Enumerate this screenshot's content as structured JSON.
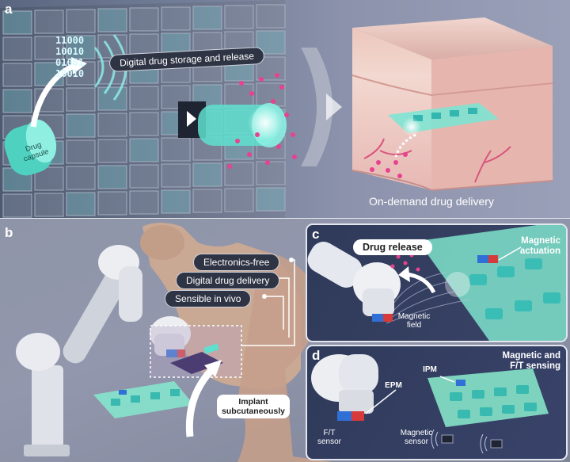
{
  "panels": {
    "a": "a",
    "b": "b",
    "c": "c",
    "d": "d"
  },
  "panel_a": {
    "storage_title": "Digital drug storage and release",
    "capsule_label": "Drug\ncapsule",
    "binary_lines": [
      "11000",
      "10010",
      "01001",
      "10010"
    ],
    "delivery_caption": "On-demand drug delivery"
  },
  "panel_b": {
    "features": [
      "Electronics-free",
      "Digital drug delivery",
      "Sensible in vivo"
    ],
    "implant_label": "Implant\nsubcutaneously"
  },
  "panel_c": {
    "drug_release": "Drug release",
    "magnetic_actuation": "Magnetic\nactuation",
    "magnetic_field": "Magnetic\nfield"
  },
  "panel_d": {
    "title": "Magnetic and\nF/T sensing",
    "ipm": "IPM",
    "epm": "EPM",
    "ft_sensor": "F/T\nsensor",
    "magnetic_sensor": "Magnetic\nsensor"
  },
  "colors": {
    "teal": "#5fe0cf",
    "pink": "#e8428f",
    "panel_border": "#e4e6ee",
    "dark_pill": "#2f3444"
  }
}
